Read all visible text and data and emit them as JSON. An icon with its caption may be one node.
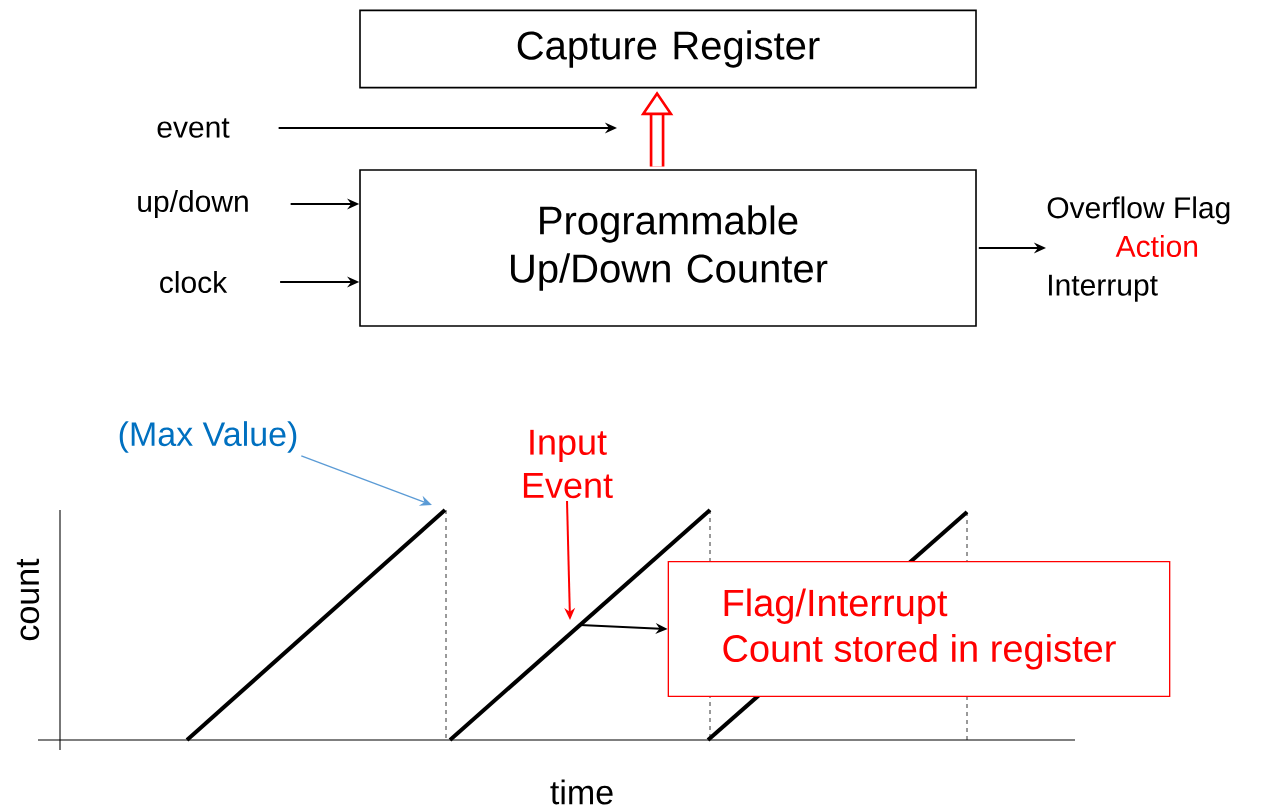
{
  "diagram": {
    "nodes": [
      {
        "text": [
          "Capture Register"
        ]
      },
      {
        "text": [
          "Programmable Up/Down Counter"
        ]
      },
      {
        "text": [
          "event"
        ]
      },
      {
        "text": [
          "up/down"
        ]
      },
      {
        "text": [
          "clock"
        ]
      },
      {
        "text": [
          "Overflow Flag",
          "Action",
          "Interrupt"
        ]
      },
      {
        "text": [
          "(Max Value)"
        ]
      },
      {
        "text": [
          "Input Event"
        ]
      },
      {
        "text": [
          "Flag/Interrupt",
          "Count stored in register"
        ]
      }
    ],
    "edges": [
      {
        "from": 2,
        "to": null,
        "arrow": "to"
      },
      {
        "from": 3,
        "to": 1,
        "arrow": "to"
      },
      {
        "from": 4,
        "to": 1,
        "arrow": "to"
      },
      {
        "from": 1,
        "to": 0,
        "arrow": "to",
        "style": "thick",
        "color": "#ff0000"
      },
      {
        "from": 1,
        "to": 5,
        "arrow": "to"
      },
      {
        "from": 6,
        "to": null,
        "arrow": "to",
        "color": "#5b9bd5"
      },
      {
        "from": 7,
        "to": null,
        "arrow": "to",
        "color": "#ff0000"
      },
      {
        "from": null,
        "to": 8,
        "arrow": "to"
      }
    ],
    "labels": [
      "count",
      "time"
    ]
  }
}
